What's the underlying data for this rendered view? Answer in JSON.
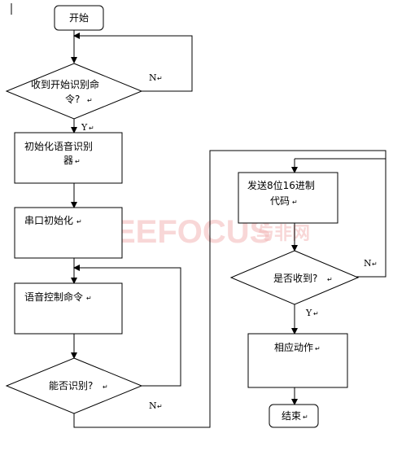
{
  "nodes": {
    "start": "开始",
    "q_receive_cmd_line1": "收到开始识别命",
    "q_receive_cmd_line2": "令?",
    "init_line1": "初始化语音识别",
    "init_line2": "器",
    "serial_init": "串口初始化",
    "voice_cmd": "语音控制命令",
    "q_recognized": "能否识别?",
    "send_code_line1": "发送8位16进制",
    "send_code_line2": "代码",
    "q_received": "是否收到?",
    "action": "相应动作",
    "end": "结束"
  },
  "branches": {
    "n1": "N",
    "y1": "Y",
    "n2": "N",
    "n3": "N",
    "y3": "Y"
  },
  "watermark": {
    "brand": "EEFOCUS",
    "cn": "与非网"
  }
}
